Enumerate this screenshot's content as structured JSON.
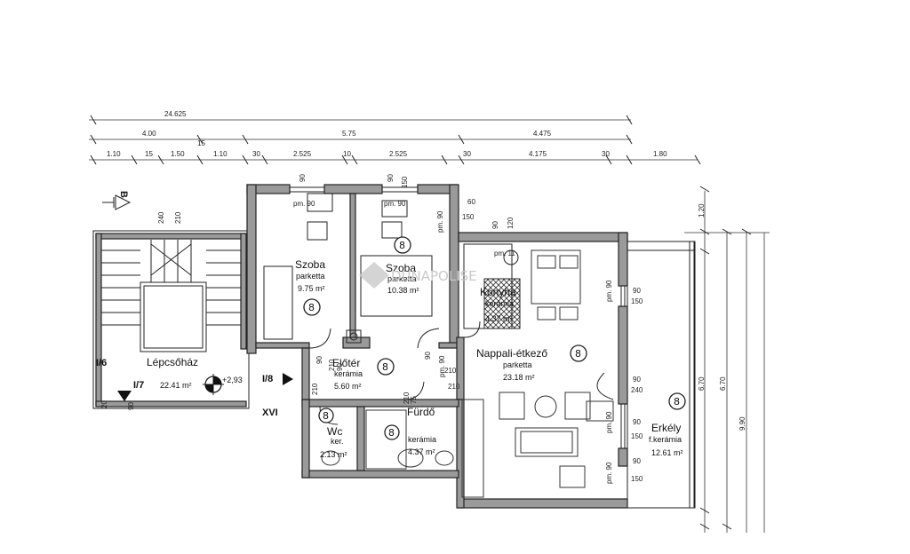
{
  "rooms": {
    "szoba1": {
      "name": "Szoba",
      "floor": "parketta",
      "area": "9.75 m²",
      "code": "8"
    },
    "szoba2": {
      "name": "Szoba",
      "floor": "parketta",
      "area": "10.38 m²",
      "code": "8"
    },
    "konyha": {
      "name": "Konyha",
      "floor": "kerámia",
      "area": "4.37 m²"
    },
    "nappali": {
      "name": "Nappali-étkező",
      "floor": "parketta",
      "area": "23.18 m²",
      "code": "8"
    },
    "eloter": {
      "name": "Előtér",
      "floor": "kerámia",
      "area": "5.60 m²",
      "code": "8"
    },
    "wc": {
      "name": "Wc",
      "floor": "ker.",
      "area": "2.13 m²",
      "code": "8"
    },
    "furdo": {
      "name": "Fürdő",
      "floor": "kerámia",
      "area": "4.37 m²",
      "code": "8"
    },
    "erkely": {
      "name": "Erkély",
      "floor": "f.kerámia",
      "area": "12.61 m²",
      "code": "8"
    },
    "lepcsohaz": {
      "name": "Lépcsőház",
      "area": "22.41 m²",
      "level": "+2,93"
    }
  },
  "markers": {
    "section_b": "B",
    "i6": "I/6",
    "i7": "I/7",
    "i8": "I/8",
    "xvi": "XVI"
  },
  "dimensions": {
    "top_total": "24.625",
    "row2": [
      "4.00",
      "15",
      "5.75",
      "4.475"
    ],
    "row3": [
      "1.10",
      "15",
      "1.50",
      "1.10",
      "30",
      "2.525",
      "10",
      "2.525",
      "30",
      "4.175",
      "30",
      "1.80"
    ],
    "right": [
      "1.20",
      "6.70",
      "6.70",
      "9.90"
    ],
    "inner": [
      "pm. 90",
      "pm. 90",
      "pm. 90",
      "pm. 90",
      "pm. 90",
      "pm. 90",
      "pm. 90",
      "pm. 11",
      "90",
      "150",
      "90",
      "120",
      "90",
      "150",
      "60",
      "150",
      "90",
      "210",
      "90",
      "210",
      "90",
      "240",
      "90",
      "150",
      "90",
      "150",
      "20",
      "90",
      "210",
      "210",
      "90",
      "75",
      "210",
      "90"
    ]
  },
  "watermark": "DUNAPOLISE"
}
